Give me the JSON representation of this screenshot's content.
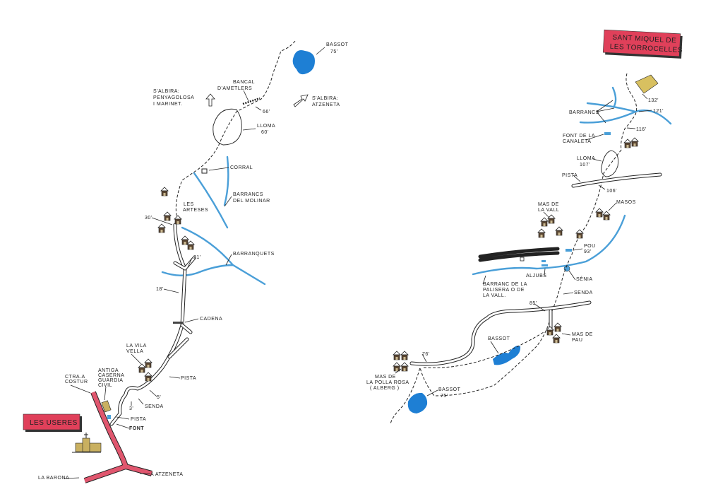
{
  "colors": {
    "river": "#4a9fd8",
    "lake": "#1e7fd4",
    "town_box": "#e0405a",
    "house": "#5a4632"
  },
  "left_map": {
    "town_box": "LES USERES",
    "labels": {
      "bassot": "BASSOT",
      "bassot_time": "75'",
      "bancal1": "BANCAL",
      "bancal2": "D'AMETLERS",
      "albira_w1": "S'ALBIRA:",
      "albira_w2": "PENYAGOLOSA",
      "albira_w3": "I MARINET.",
      "albira_e1": "S'ALBIRA:",
      "albira_e2": "ATZENETA",
      "t66": "66'",
      "lloma": "LLOMA",
      "lloma_time": "60'",
      "corral": "CORRAL",
      "molinar1": "BARRANCS",
      "molinar2": "DEL MOLINAR",
      "arteses1": "LES",
      "arteses2": "ARTESES",
      "t30": "30'",
      "t21": "21'",
      "barranquets": "BARRANQUETS",
      "t18": "18'",
      "cadena": "CADENA",
      "vila1": "LA VILA",
      "vila2": "VELLA",
      "caserna1": "ANTIGA",
      "caserna2": "CASERNA",
      "caserna3": "GUARDIA",
      "caserna4": "CIVIL",
      "costur1": "CTRA.A",
      "costur2": "COSTUR",
      "pista1": "PISTA",
      "t5": "5'",
      "t3": "3'",
      "senda": "SENDA",
      "pista2": "PISTA",
      "font": "FONT",
      "barona": "LA BARONA",
      "atzeneta": "A ATZENETA"
    }
  },
  "right_map": {
    "town_box_line1": "SANT MIQUEL DE",
    "town_box_line2": "LES TORROCELLES",
    "labels": {
      "t132": "132'",
      "barrancs": "BARRANCS",
      "t121": "121'",
      "t116": "116'",
      "canaleta1": "FONT DE LA",
      "canaleta2": "CANALETA",
      "lloma": "LLOMA",
      "lloma_time": "107'",
      "pista": "PISTA",
      "t106": "106'",
      "masos": "MASOS",
      "vall1": "MAS DE",
      "vall2": "LA VALL",
      "pou": "POU",
      "pou_time": "93'",
      "aljubs": "ALJUBS",
      "senia": "SÉNIA",
      "palisera1": "BARRANC DE LA",
      "palisera2": "PALISERA O DE",
      "palisera3": "LA VALL.",
      "senda": "SENDA",
      "t85": "85'",
      "pau1": "MAS DE",
      "pau2": "PAU",
      "bassot": "BASSOT",
      "t76": "76'",
      "polla1": "MAS DE",
      "polla2": "LA POLLA ROSA",
      "polla3": "( ALBERG )",
      "bassot2": "BASSOT",
      "bassot2_time": "75'"
    }
  }
}
